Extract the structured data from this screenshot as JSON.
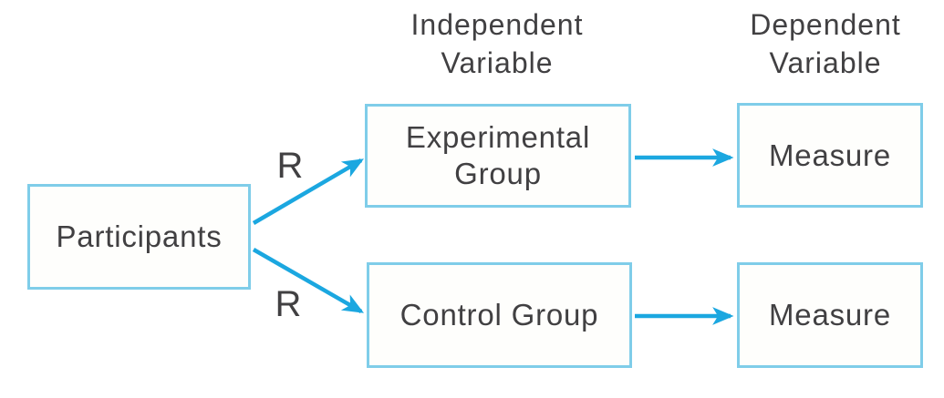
{
  "colors": {
    "arrow": "#1BA7E0",
    "box_border": "#7FCDE9",
    "box_fill": "#FEFEFC",
    "text": "#414042",
    "background": "#FFFFFF"
  },
  "headers": {
    "independent_variable": {
      "line1": "Independent",
      "line2": "Variable"
    },
    "dependent_variable": {
      "line1": "Dependent",
      "line2": "Variable"
    }
  },
  "nodes": {
    "participants": {
      "label": "Participants"
    },
    "experimental_group": {
      "line1": "Experimental",
      "line2": "Group"
    },
    "control_group": {
      "label": "Control Group"
    },
    "measure_top": {
      "label": "Measure"
    },
    "measure_bottom": {
      "label": "Measure"
    }
  },
  "edge_labels": {
    "randomization_top": "R",
    "randomization_bottom": "R"
  }
}
